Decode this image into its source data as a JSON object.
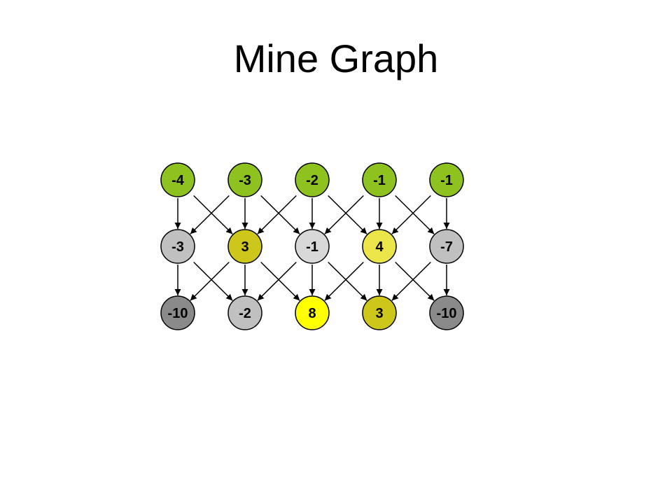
{
  "slide": {
    "title": "Mine Graph"
  },
  "graph": {
    "rows": [
      {
        "name": "top",
        "nodes": [
          {
            "label": "-4",
            "color": "#8dc21f"
          },
          {
            "label": "-3",
            "color": "#8dc21f"
          },
          {
            "label": "-2",
            "color": "#8dc21f"
          },
          {
            "label": "-1",
            "color": "#8dc21f"
          },
          {
            "label": "-1",
            "color": "#8dc21f"
          }
        ]
      },
      {
        "name": "middle",
        "nodes": [
          {
            "label": "-3",
            "color": "#c0c0c0"
          },
          {
            "label": "3",
            "color": "#cdc71b"
          },
          {
            "label": "-1",
            "color": "#d8d8d8"
          },
          {
            "label": "4",
            "color": "#ebe54a"
          },
          {
            "label": "-7",
            "color": "#c0c0c0"
          }
        ]
      },
      {
        "name": "bottom",
        "nodes": [
          {
            "label": "-10",
            "color": "#8a8a8a"
          },
          {
            "label": "-2",
            "color": "#c0c0c0"
          },
          {
            "label": "8",
            "color": "#ffff00"
          },
          {
            "label": "3",
            "color": "#cdc71b"
          },
          {
            "label": "-10",
            "color": "#8a8a8a"
          }
        ]
      }
    ],
    "edge_rule": "each node points to the nodes directly below, below-left and below-right",
    "stroke_color": "#000000"
  }
}
